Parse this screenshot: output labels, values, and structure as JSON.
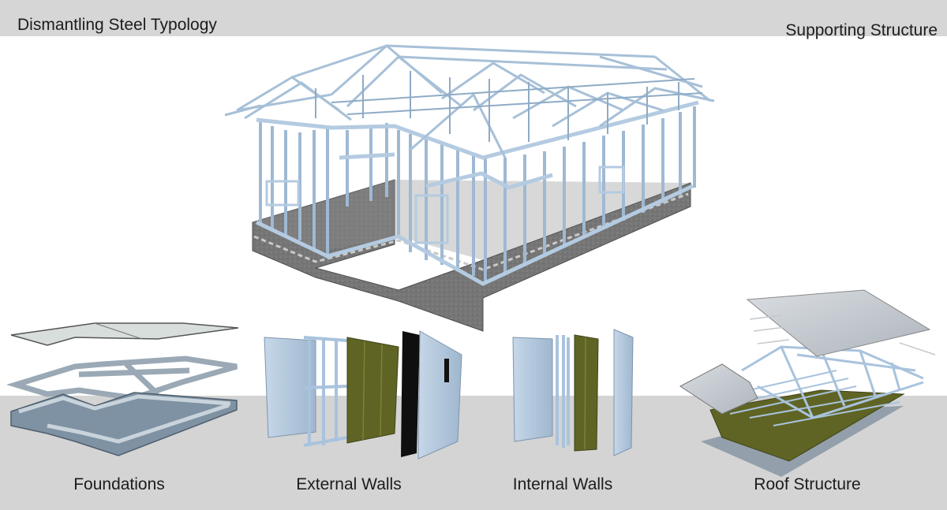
{
  "header": {
    "title": "Dismantling Steel Typology",
    "section": "Supporting Structure"
  },
  "components": [
    {
      "label": "Foundations",
      "icon": "foundations-exploded-icon"
    },
    {
      "label": "External Walls",
      "icon": "external-wall-layers-icon"
    },
    {
      "label": "Internal Walls",
      "icon": "internal-wall-layers-icon"
    },
    {
      "label": "Roof Structure",
      "icon": "roof-structure-exploded-icon"
    }
  ],
  "colors": {
    "steel": "#a9c3dd",
    "steel_dark": "#6d8cab",
    "concrete": "#7c7c7c",
    "insulation": "#5f6424",
    "membrane": "#111111",
    "board": "#b8cde0",
    "band": "#d4d4d4"
  }
}
